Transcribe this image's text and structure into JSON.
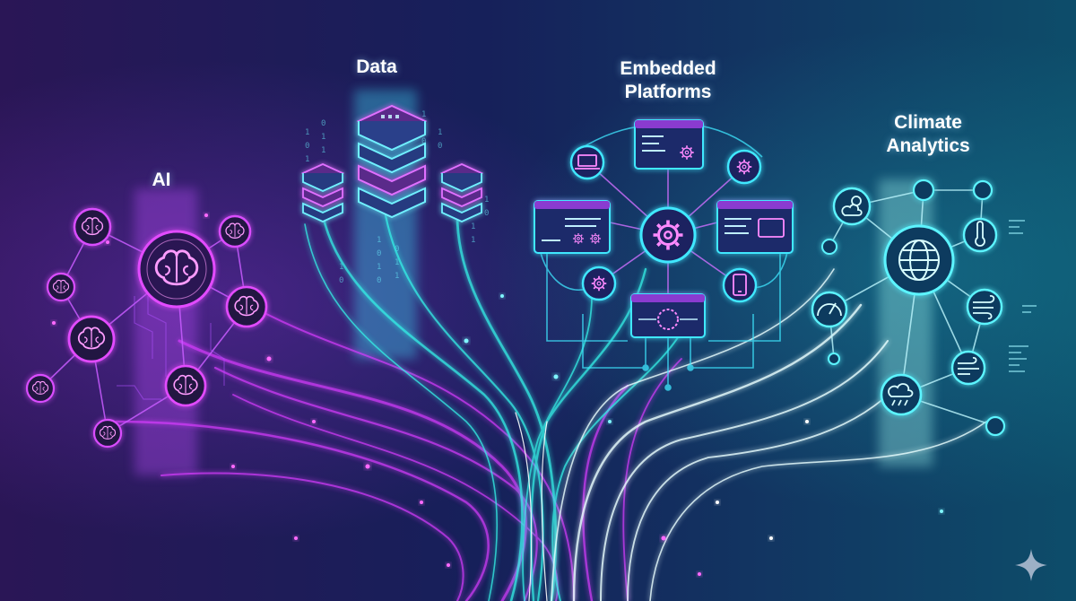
{
  "labels": {
    "ai": "AI",
    "data": "Data",
    "embedded": [
      "Embedded",
      "Platforms"
    ],
    "climate": [
      "Climate",
      "Analytics"
    ]
  },
  "colors": {
    "background_left": "#2a1656",
    "background_right": "#0d4d6a",
    "magenta": "#e040ff",
    "cyan": "#35f0e6",
    "white_glow": "#eaffff"
  },
  "icons": {
    "ai": "brain-icon",
    "data": "server-stack-icon",
    "embedded": [
      "gear-icon",
      "laptop-icon",
      "phone-icon",
      "window-icon"
    ],
    "climate": [
      "globe-icon",
      "cloud-sun-icon",
      "thermometer-icon",
      "gauge-icon",
      "wind-icon",
      "storm-cloud-icon"
    ],
    "watermark": "sparkle-icon"
  }
}
